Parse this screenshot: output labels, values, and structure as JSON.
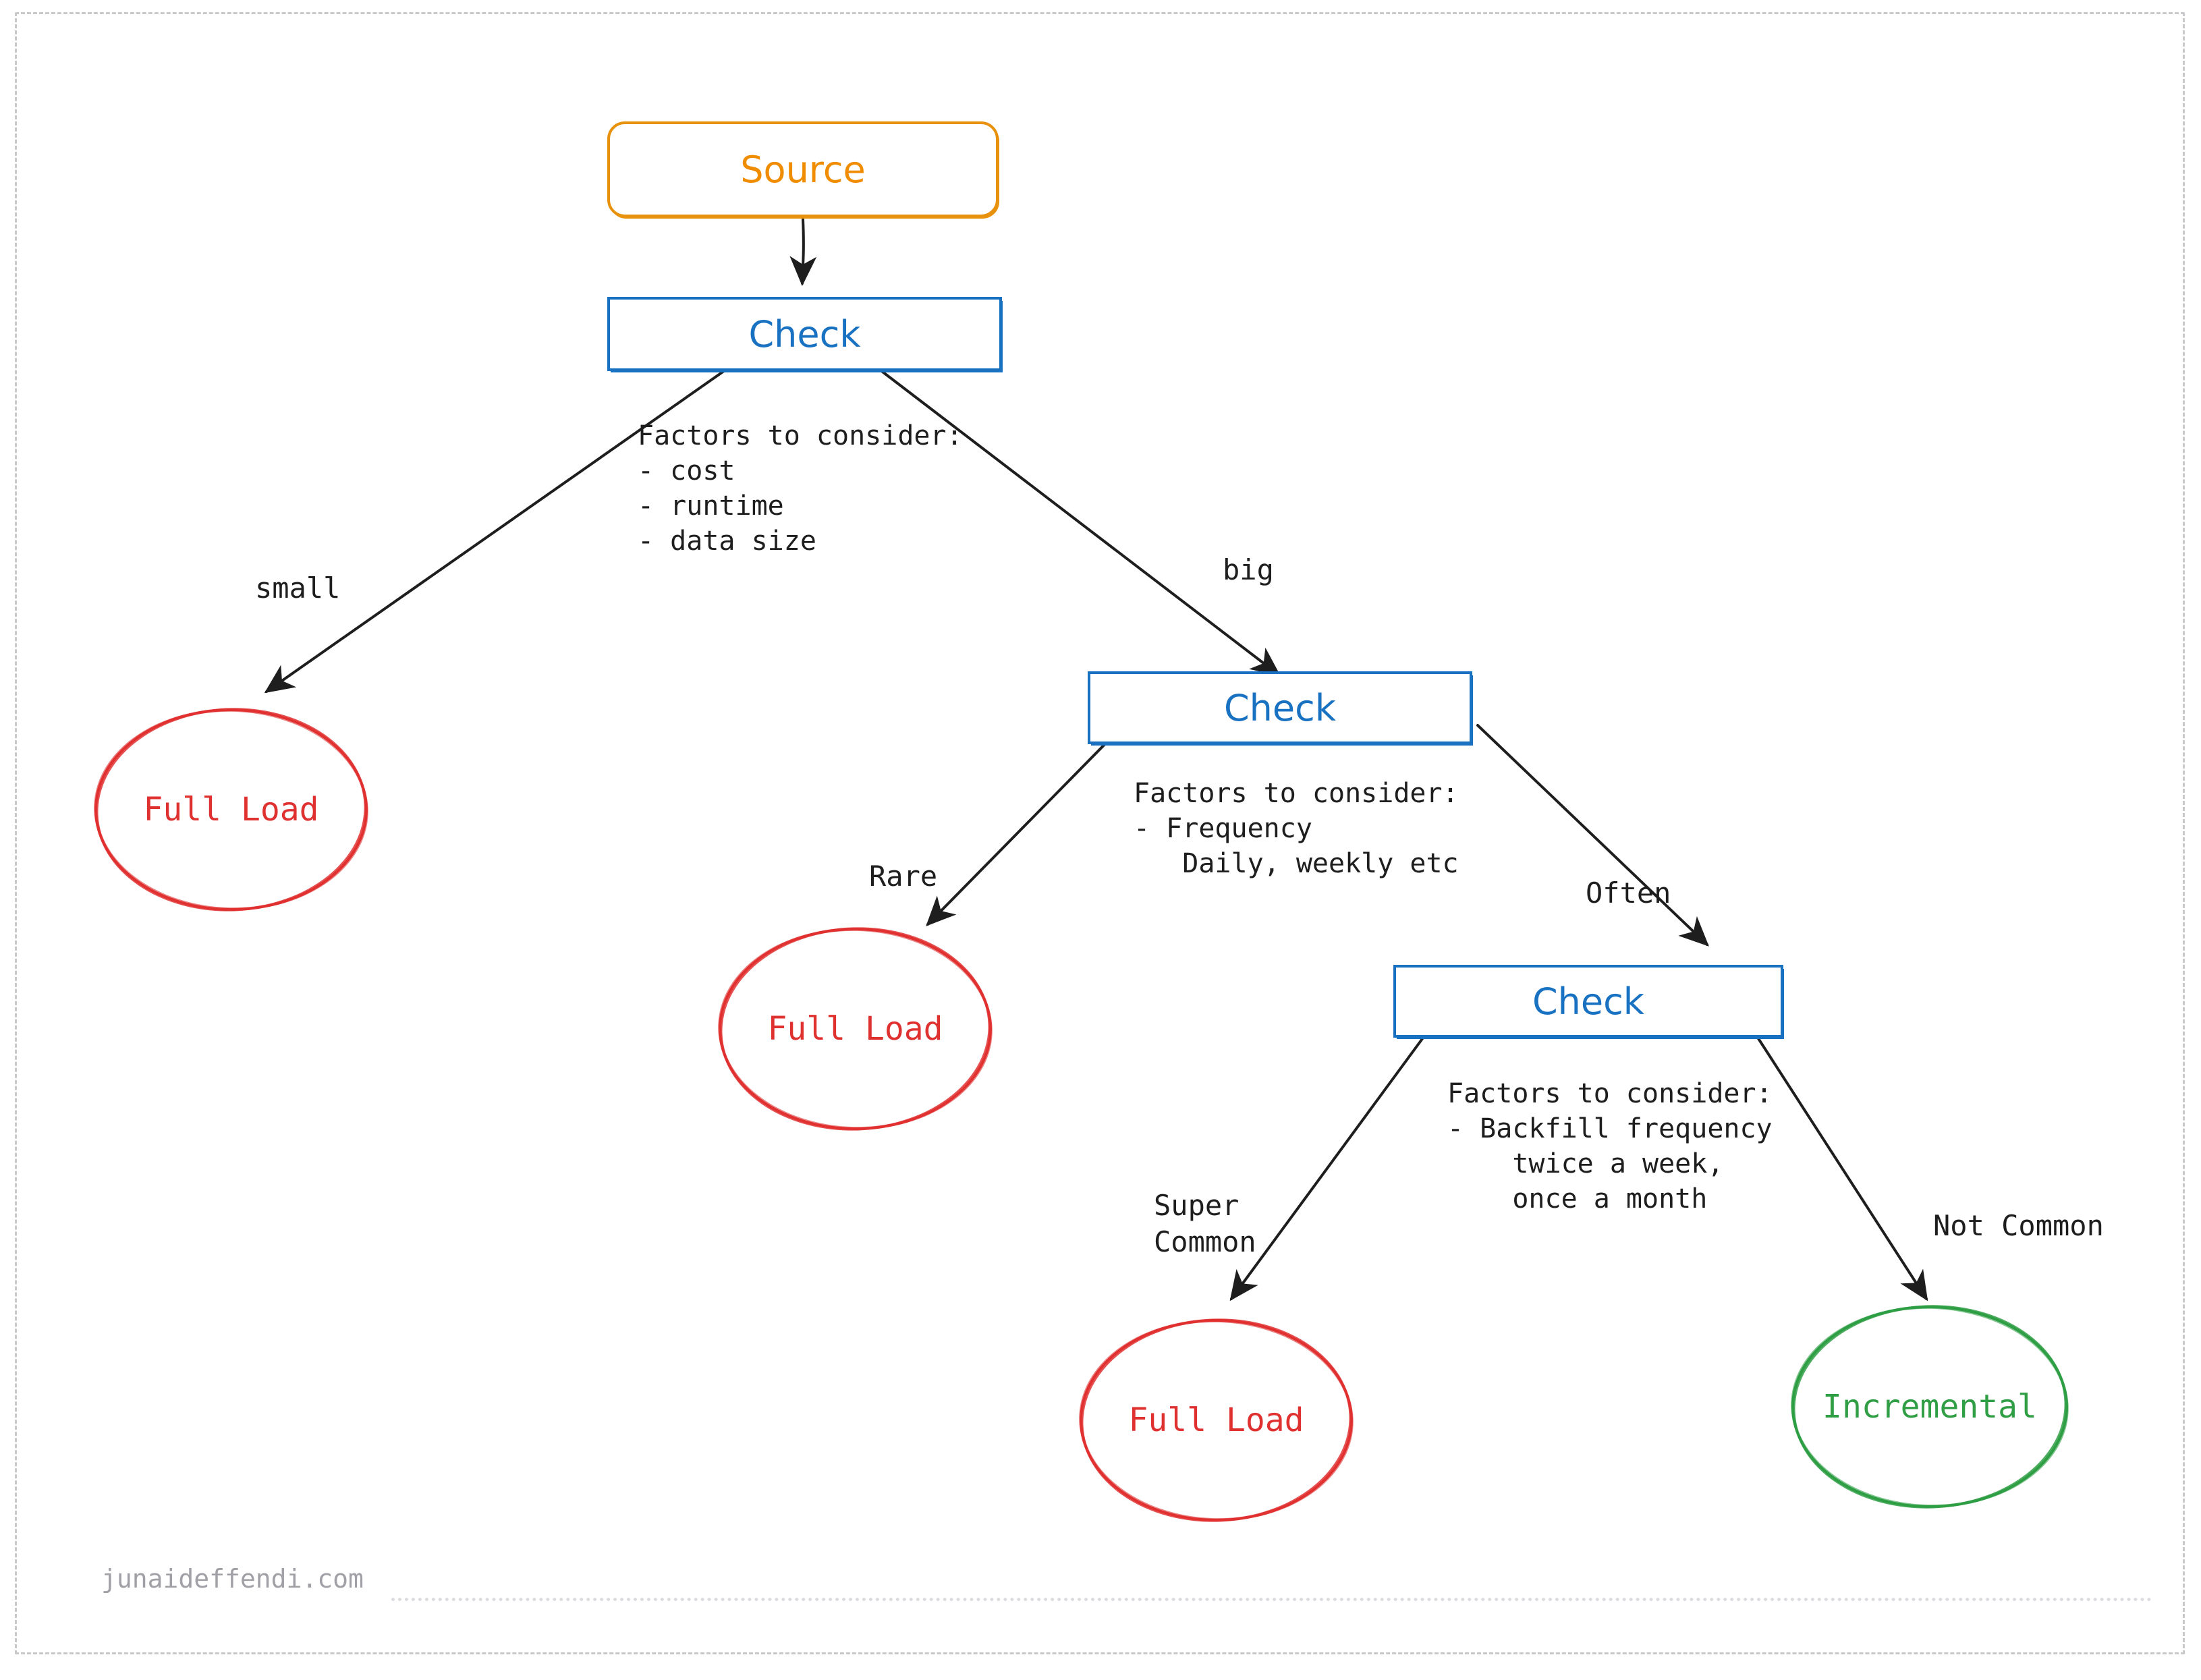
{
  "diagram": {
    "title": "Full Load vs Incremental decision tree",
    "watermark": "junaideffendi.com",
    "colors": {
      "source": "#f08c00",
      "decision": "#1971c2",
      "full_load": "#e03131",
      "incremental": "#2f9e44",
      "edge": "#1e1e1e",
      "frame": "#c9c9cc"
    },
    "nodes": {
      "source": {
        "label": "Source",
        "shape": "rounded-rect",
        "color": "#f08c00"
      },
      "check1": {
        "label": "Check",
        "shape": "rect",
        "color": "#1971c2"
      },
      "check2": {
        "label": "Check",
        "shape": "rect",
        "color": "#1971c2"
      },
      "check3": {
        "label": "Check",
        "shape": "rect",
        "color": "#1971c2"
      },
      "full_load_1": {
        "label": "Full Load",
        "shape": "ellipse",
        "color": "#e03131"
      },
      "full_load_2": {
        "label": "Full Load",
        "shape": "ellipse",
        "color": "#e03131"
      },
      "full_load_3": {
        "label": "Full Load",
        "shape": "ellipse",
        "color": "#e03131"
      },
      "incremental": {
        "label": "Incremental",
        "shape": "ellipse",
        "color": "#2f9e44"
      }
    },
    "edge_labels": {
      "small": "small",
      "big": "big",
      "rare": "Rare",
      "often": "Often",
      "super_common": "Super\nCommon",
      "not_common": "Not Common"
    },
    "annotations": {
      "factors_1": "Factors to consider:\n- cost\n- runtime\n- data size",
      "factors_2": "Factors to consider:\n- Frequency\n   Daily, weekly etc",
      "factors_3": "Factors to consider:\n- Backfill frequency\n    twice a week,\n    once a month"
    }
  }
}
